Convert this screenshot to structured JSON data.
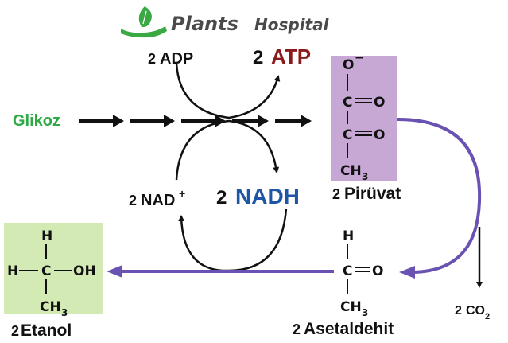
{
  "logo": {
    "name": "Plants",
    "name2": "Hospital",
    "icon": "hand-leaf-icon",
    "colors": {
      "green": "#3aa843",
      "gray": "#4a4a4a"
    }
  },
  "labels": {
    "glikoz": "Glikoz",
    "adp": "ADP",
    "adp_coef": "2",
    "atp": "ATP",
    "atp_coef": "2",
    "nad": "NAD",
    "nad_sup": "+",
    "nad_coef": "2",
    "nadh": "NADH",
    "nadh_coef": "2",
    "piruvat": "Pirüvat",
    "piruvat_coef": "2",
    "asetaldehit": "Asetaldehit",
    "asetaldehit_coef": "2",
    "etanol": "Etanol",
    "etanol_coef": "2",
    "co2": "CO",
    "co2_sub": "2",
    "co2_coef": "2"
  },
  "structures": {
    "piruvat": {
      "o_minus": "O",
      "minus": "−",
      "c1": "C",
      "o1": "O",
      "c2": "C",
      "o2": "O",
      "ch3": "CH",
      "ch3_sub": "3"
    },
    "asetaldehit": {
      "h": "H",
      "c": "C",
      "o": "O",
      "ch3": "CH",
      "ch3_sub": "3"
    },
    "etanol": {
      "h_top": "H",
      "h_left": "H",
      "c": "C",
      "oh": "OH",
      "ch3": "CH",
      "ch3_sub": "3"
    }
  },
  "colors": {
    "glikoz": "#2eaa44",
    "atp": "#8b1a1a",
    "nadh": "#1e55a5",
    "piruvat_box": "#c7a8d4",
    "etanol_box": "#d4eab5",
    "pathway": "#6a52b2"
  }
}
